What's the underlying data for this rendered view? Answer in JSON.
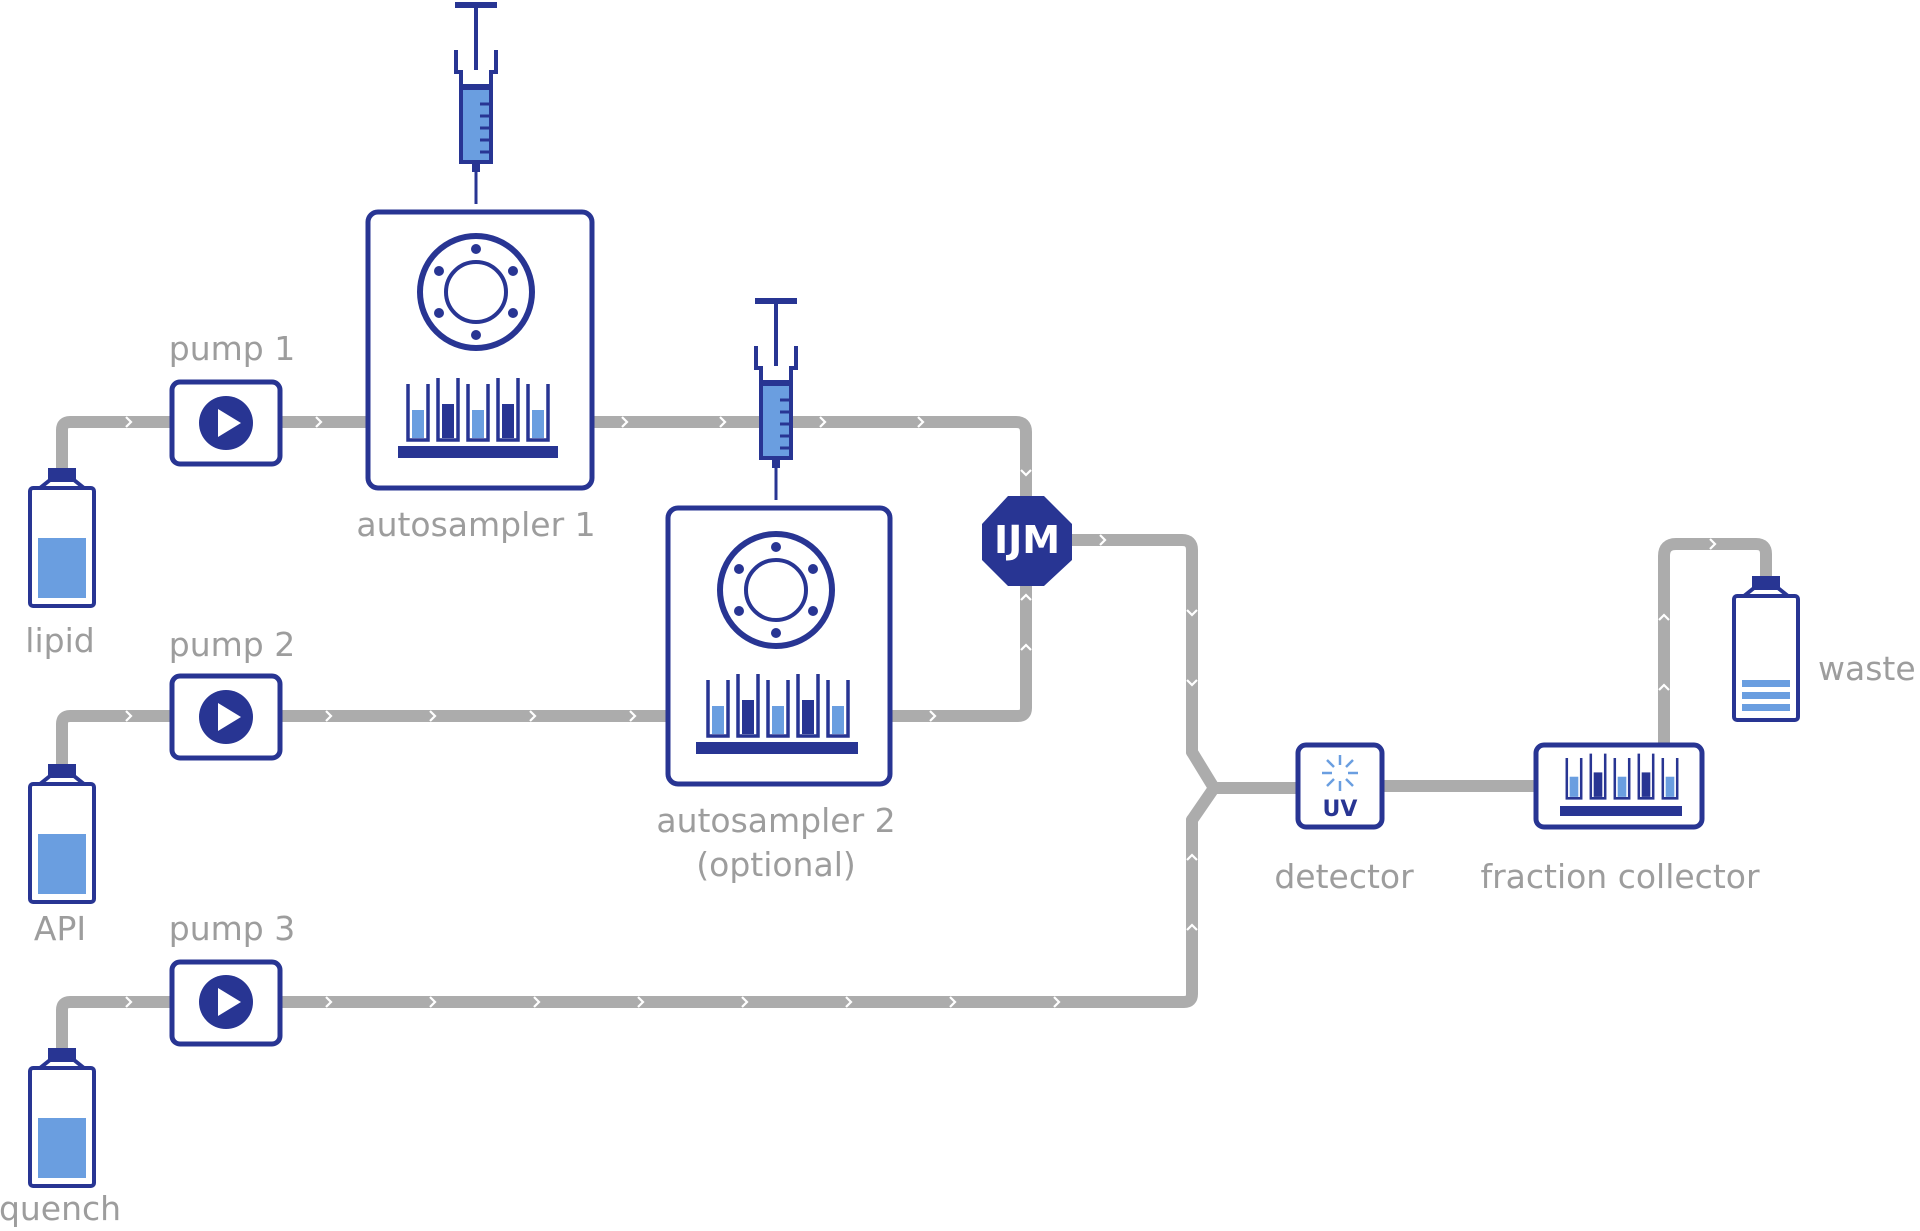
{
  "labels": {
    "pump1": "pump 1",
    "pump2": "pump 2",
    "pump3": "pump 3",
    "autosampler1": "autosampler 1",
    "autosampler2": "autosampler 2",
    "autosampler2_note": "(optional)",
    "lipid": "lipid",
    "api": "API",
    "quench": "quench",
    "ijm": "IJM",
    "uv": "UV",
    "detector": "detector",
    "fraction_collector": "fraction collector",
    "waste": "waste"
  },
  "colors": {
    "navy": "#283593",
    "light_blue": "#6a9ee0",
    "pipe_gray": "#acacac",
    "label_gray": "#9d9d9d"
  },
  "icons": [
    "play-icon",
    "syringe-icon",
    "bottle-icon",
    "valve-wheel-icon",
    "vial-rack-icon",
    "uv-lamp-icon"
  ]
}
